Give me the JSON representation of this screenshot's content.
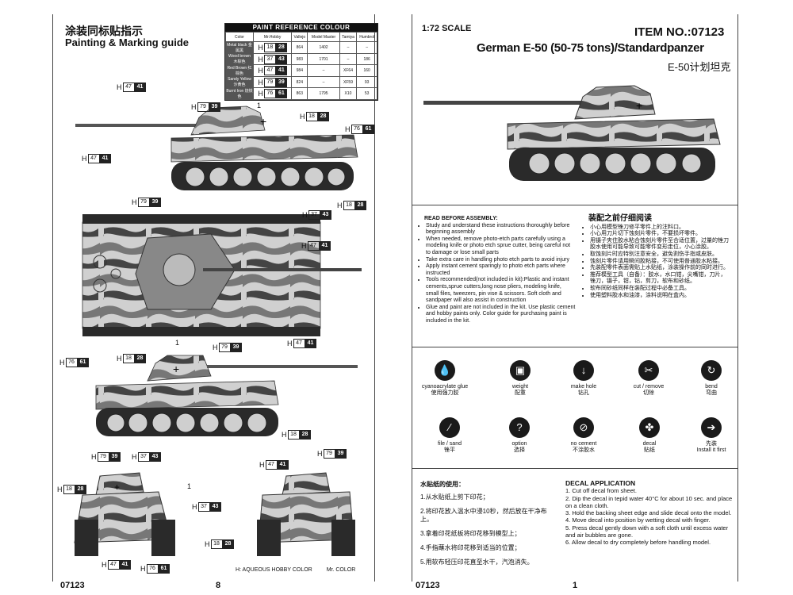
{
  "left_page": {
    "title_cn": "涂装同标贴指示",
    "title_en": "Painting & Marking guide",
    "paint_table": {
      "heading": "PAINT REFERENCE COLOUR",
      "columns": [
        "Color",
        "Mr.Hobby",
        "Vallejo",
        "Model Master",
        "Tamiya",
        "Humbrol"
      ],
      "rows": [
        {
          "name": "Metal black 金属黑",
          "h1": "18",
          "h2": "28",
          "vallejo": "864",
          "mm": "1402",
          "tamiya": "–",
          "humbrol": "–"
        },
        {
          "name": "Wood brown 木棕色",
          "h1": "37",
          "h2": "43",
          "vallejo": "983",
          "mm": "1701",
          "tamiya": "–",
          "humbrol": "186"
        },
        {
          "name": "Red Brown 红棕色",
          "h1": "47",
          "h2": "41",
          "vallejo": "984",
          "mm": "–",
          "tamiya": "XF64",
          "humbrol": "160"
        },
        {
          "name": "Sandy Yellow 沙黄色",
          "h1": "79",
          "h2": "39",
          "vallejo": "824",
          "mm": "–",
          "tamiya": "XF59",
          "humbrol": "93"
        },
        {
          "name": "Burnt Iron 烧铁色",
          "h1": "76",
          "h2": "61",
          "vallejo": "863",
          "mm": "1795",
          "tamiya": "X10",
          "humbrol": "53"
        }
      ]
    },
    "codes": {
      "c47_41": {
        "h": "H",
        "a": "47",
        "b": "41"
      },
      "c79_39": {
        "h": "H",
        "a": "79",
        "b": "39"
      },
      "c18_28": {
        "h": "H",
        "a": "18",
        "b": "28"
      },
      "c76_61": {
        "h": "H",
        "a": "76",
        "b": "61"
      },
      "c37_43": {
        "h": "H",
        "a": "37",
        "b": "43"
      }
    },
    "marker_one": "1",
    "legend_left": "H: AQUEOUS HOBBY COLOR",
    "legend_right": "Mr. COLOR",
    "footer_code": "07123",
    "footer_page": "8"
  },
  "right_page": {
    "scale": "1:72 SCALE",
    "item_no": "ITEM NO.:07123",
    "model_title": "German E-50 (50-75 tons)/Standardpanzer",
    "model_title_cn": "E-50计划坦克",
    "read_before_en": "READ BEFORE ASSEMBLY:",
    "read_before_cn": "装配之前仔细阅读",
    "instructions_en": [
      "Study and understand these instructions thoroughly before beginning assembly",
      "When needed, remove photo-etch parts carefully using a modeling knife or photo etch sprue cutter, being careful not to damage or lose small parts",
      "Take extra care in handling photo etch parts to avoid injury",
      "Apply instant cement sparingly to photo etch parts where instructed",
      "Tools recommended(not included in kit):Plastic and instant cements,sprue cutters,long nose pliers, modeling knife, small files, tweezers, pin vise & scissors. Soft cloth and sandpaper will also assist in construction",
      "Glue and paint are not included in the kit. Use plastic cement and hobby paints only. Color guide for purchasing paint is included in the kit."
    ],
    "instructions_cn": [
      "小心用模型锉刀修平零件上的注料口。",
      "小心用刀片切下蚀刻片零件，不要损坏零件。",
      "用镊子夹住胶水粘合蚀刻片零件至合适位置，过量的锉刀胶水使用可能导致可能零件变形走位，小心涂胶。",
      "取蚀刻片时应特别注意安全，避免割伤手指或皮肤。",
      "蚀刻片零件请用瞬间胶粘接，不可使用普通胶水粘接。",
      "先装配零件表面需贴上水贴纸，涂装操作前的同时进行。",
      "推荐模型工具（自备）：胶水，水口钳，尖嘴钳，刀片，锉刀，镊子，钳，钻，剪刀，软布和砂纸。",
      "软布同砂纸同样在装配过程中必备工具。",
      "使用塑料胶水和油漆，涂料说明在盒内。"
    ],
    "icons": [
      {
        "en": "cyanoacrylate glue",
        "cn": "使用强力胶"
      },
      {
        "en": "weight",
        "cn": "配重"
      },
      {
        "en": "make hole",
        "cn": "钻孔"
      },
      {
        "en": "cut / remove",
        "cn": "切除"
      },
      {
        "en": "bend",
        "cn": "弯曲"
      },
      {
        "en": "file / sand",
        "cn": "锉平"
      },
      {
        "en": "option",
        "cn": "选择"
      },
      {
        "en": "no cement",
        "cn": "不涂胶水"
      },
      {
        "en": "decal",
        "cn": "贴纸"
      },
      {
        "en": "Install it first",
        "cn": "先装"
      }
    ],
    "decal_cn_title": "水贴纸的使用：",
    "decal_cn_steps": [
      "1.从水贴纸上剪下印花；",
      "2.将印花放入温水中浸10秒，然后放在干净布上。",
      "3.拿着印花纸板将印花移到模型上；",
      "4.手指蘸水将印花移到适当的位置；",
      "5.用软布轻压印花直至水干，汽泡消失。"
    ],
    "decal_en_title": "DECAL APPLICATION",
    "decal_en_steps": [
      "1. Cut off decal from sheet.",
      "2. Dip the decal in tepid water 40°C for about 10 sec. and place on a clean cloth.",
      "3. Hold the backing sheet edge and slide decal onto the model.",
      "4. Move decal into position by wetting decal with finger.",
      "5. Press decal gently down with a soft cloth until excess water and air bubbles are gone.",
      "6. Allow decal to dry completely before handling model."
    ],
    "footer_code": "07123",
    "footer_page": "1"
  },
  "colors": {
    "sand": "#cfcfcf",
    "brown": "#6f6f6f",
    "dark": "#3a3a3a",
    "black": "#1a1a1a"
  }
}
